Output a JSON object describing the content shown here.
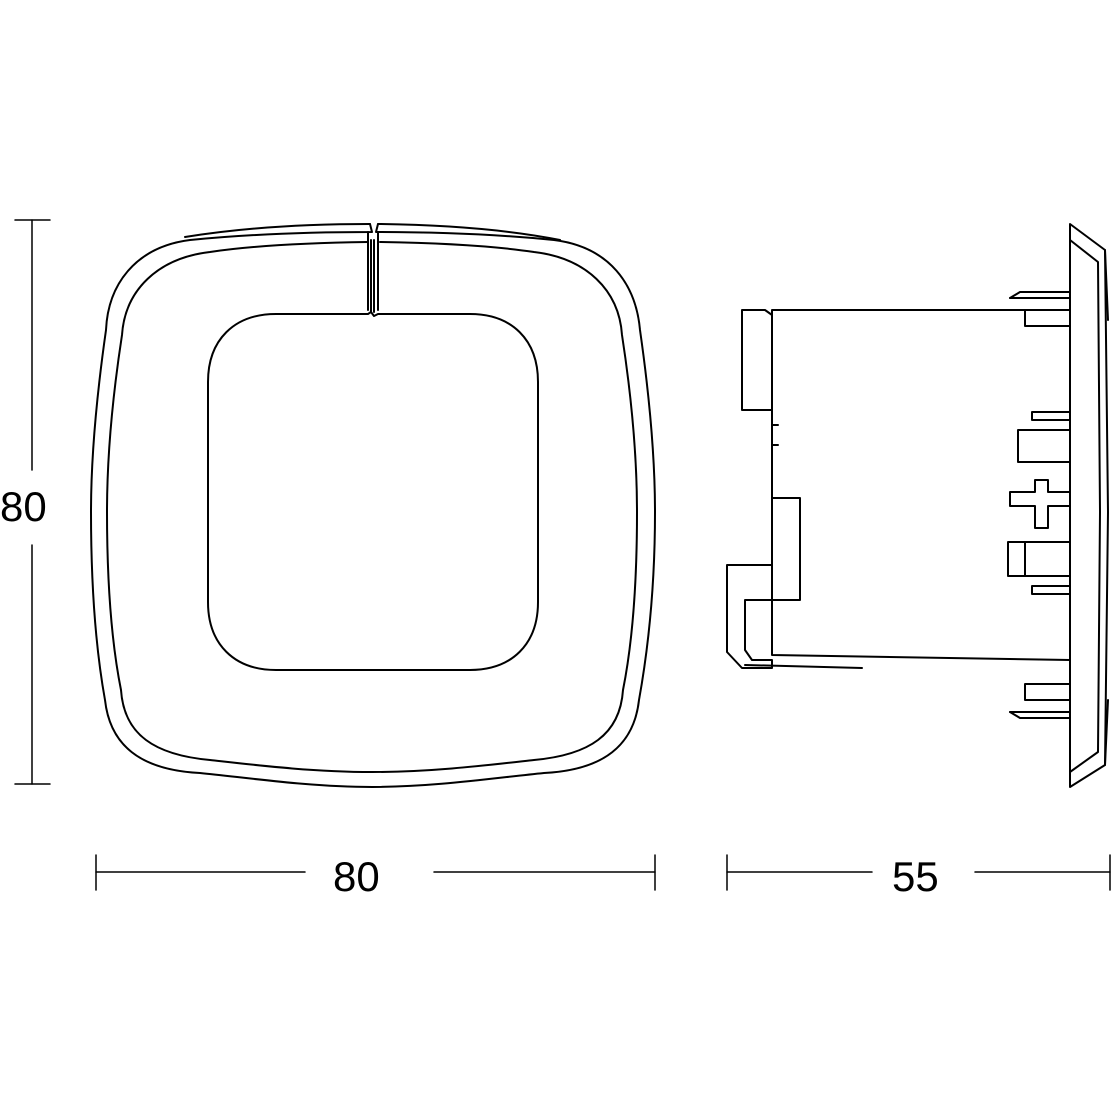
{
  "colors": {
    "stroke": "#000000",
    "background": "#ffffff"
  },
  "dimensions": {
    "height": "80",
    "width": "80",
    "depth": "55"
  }
}
